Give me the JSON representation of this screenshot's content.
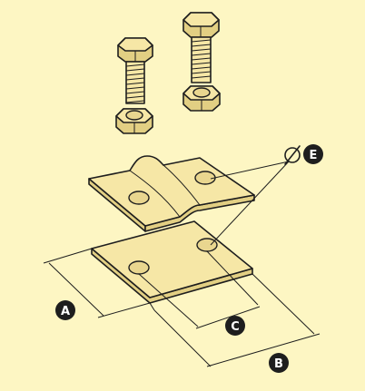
{
  "labels": {
    "a": "A",
    "b": "B",
    "c": "C",
    "e": "E"
  },
  "colors": {
    "background": "#fdf6c3",
    "metal": "#f6e7a6",
    "line": "#1e1e1e"
  },
  "icons": {
    "diameter": "diameter-symbol-icon"
  }
}
